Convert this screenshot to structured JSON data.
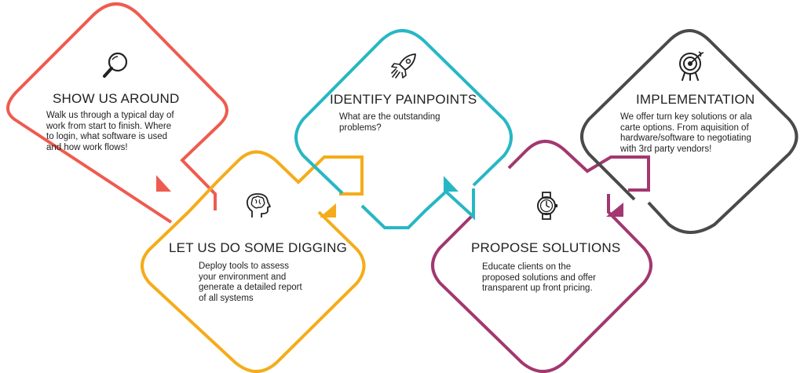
{
  "steps": [
    {
      "title": "SHOW US AROUND",
      "description": "Walk us through a typical day of\nwork from start to finish. Where\nto login, what software is used\nand how work flows!",
      "color": "#EF5B4F",
      "icon": "magnifier-icon"
    },
    {
      "title": "LET US DO SOME DIGGING",
      "description": "Deploy tools to assess\nyour environment and\ngenerate a detailed report\nof all systems",
      "color": "#F5AC1A",
      "icon": "brain-head-icon"
    },
    {
      "title": "IDENTIFY PAINPOINTS",
      "description": "What are the outstanding\nproblems?",
      "color": "#27B7C4",
      "icon": "rocket-icon"
    },
    {
      "title": "PROPOSE SOLUTIONS",
      "description": "Educate clients on the\nproposed solutions and offer\ntransparent up front pricing.",
      "color": "#A2386F",
      "icon": "watch-icon"
    },
    {
      "title": "IMPLEMENTATION",
      "description": "We offer turn key solutions or ala\ncarte options. From aquisition of\nhardware/software to negotiating\nwith 3rd party vendors!",
      "color": "#4A4A4A",
      "icon": "target-icon"
    }
  ]
}
